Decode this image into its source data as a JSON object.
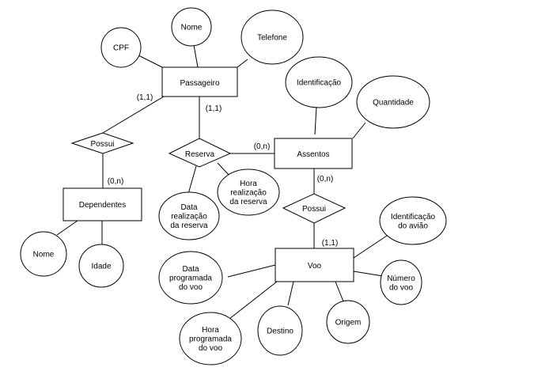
{
  "entities": {
    "passageiro": "Passageiro",
    "assentos": "Assentos",
    "dependentes": "Dependentes",
    "voo": "Voo"
  },
  "relationships": {
    "possui_dep": "Possui",
    "reserva": "Reserva",
    "possui_voo": "Possui"
  },
  "attributes": {
    "cpf": [
      "CPF"
    ],
    "nome_pass": [
      "Nome"
    ],
    "telefone": [
      "Telefone"
    ],
    "identificacao": [
      "Identificação"
    ],
    "quantidade": [
      "Quantidade"
    ],
    "data_realizacao": [
      "Data",
      "realização",
      "da reserva"
    ],
    "hora_realizacao": [
      "Hora",
      "realização",
      "da reserva"
    ],
    "nome_dep": [
      "Nome"
    ],
    "idade": [
      "Idade"
    ],
    "id_aviao": [
      "Identificação",
      "do avião"
    ],
    "numero_voo": [
      "Número",
      "do voo"
    ],
    "origem": [
      "Origem"
    ],
    "destino": [
      "Destino"
    ],
    "hora_programada": [
      "Hora",
      "programada",
      "do voo"
    ],
    "data_programada": [
      "Data",
      "programada",
      "do voo"
    ]
  },
  "cardinalities": {
    "pass_possui": "(1,1)",
    "pass_reserva": "(1,1)",
    "dep_possui": "(0,n)",
    "assentos_reserva": "(0,n)",
    "assentos_possui": "(0,n)",
    "voo_possui": "(1,1)"
  }
}
